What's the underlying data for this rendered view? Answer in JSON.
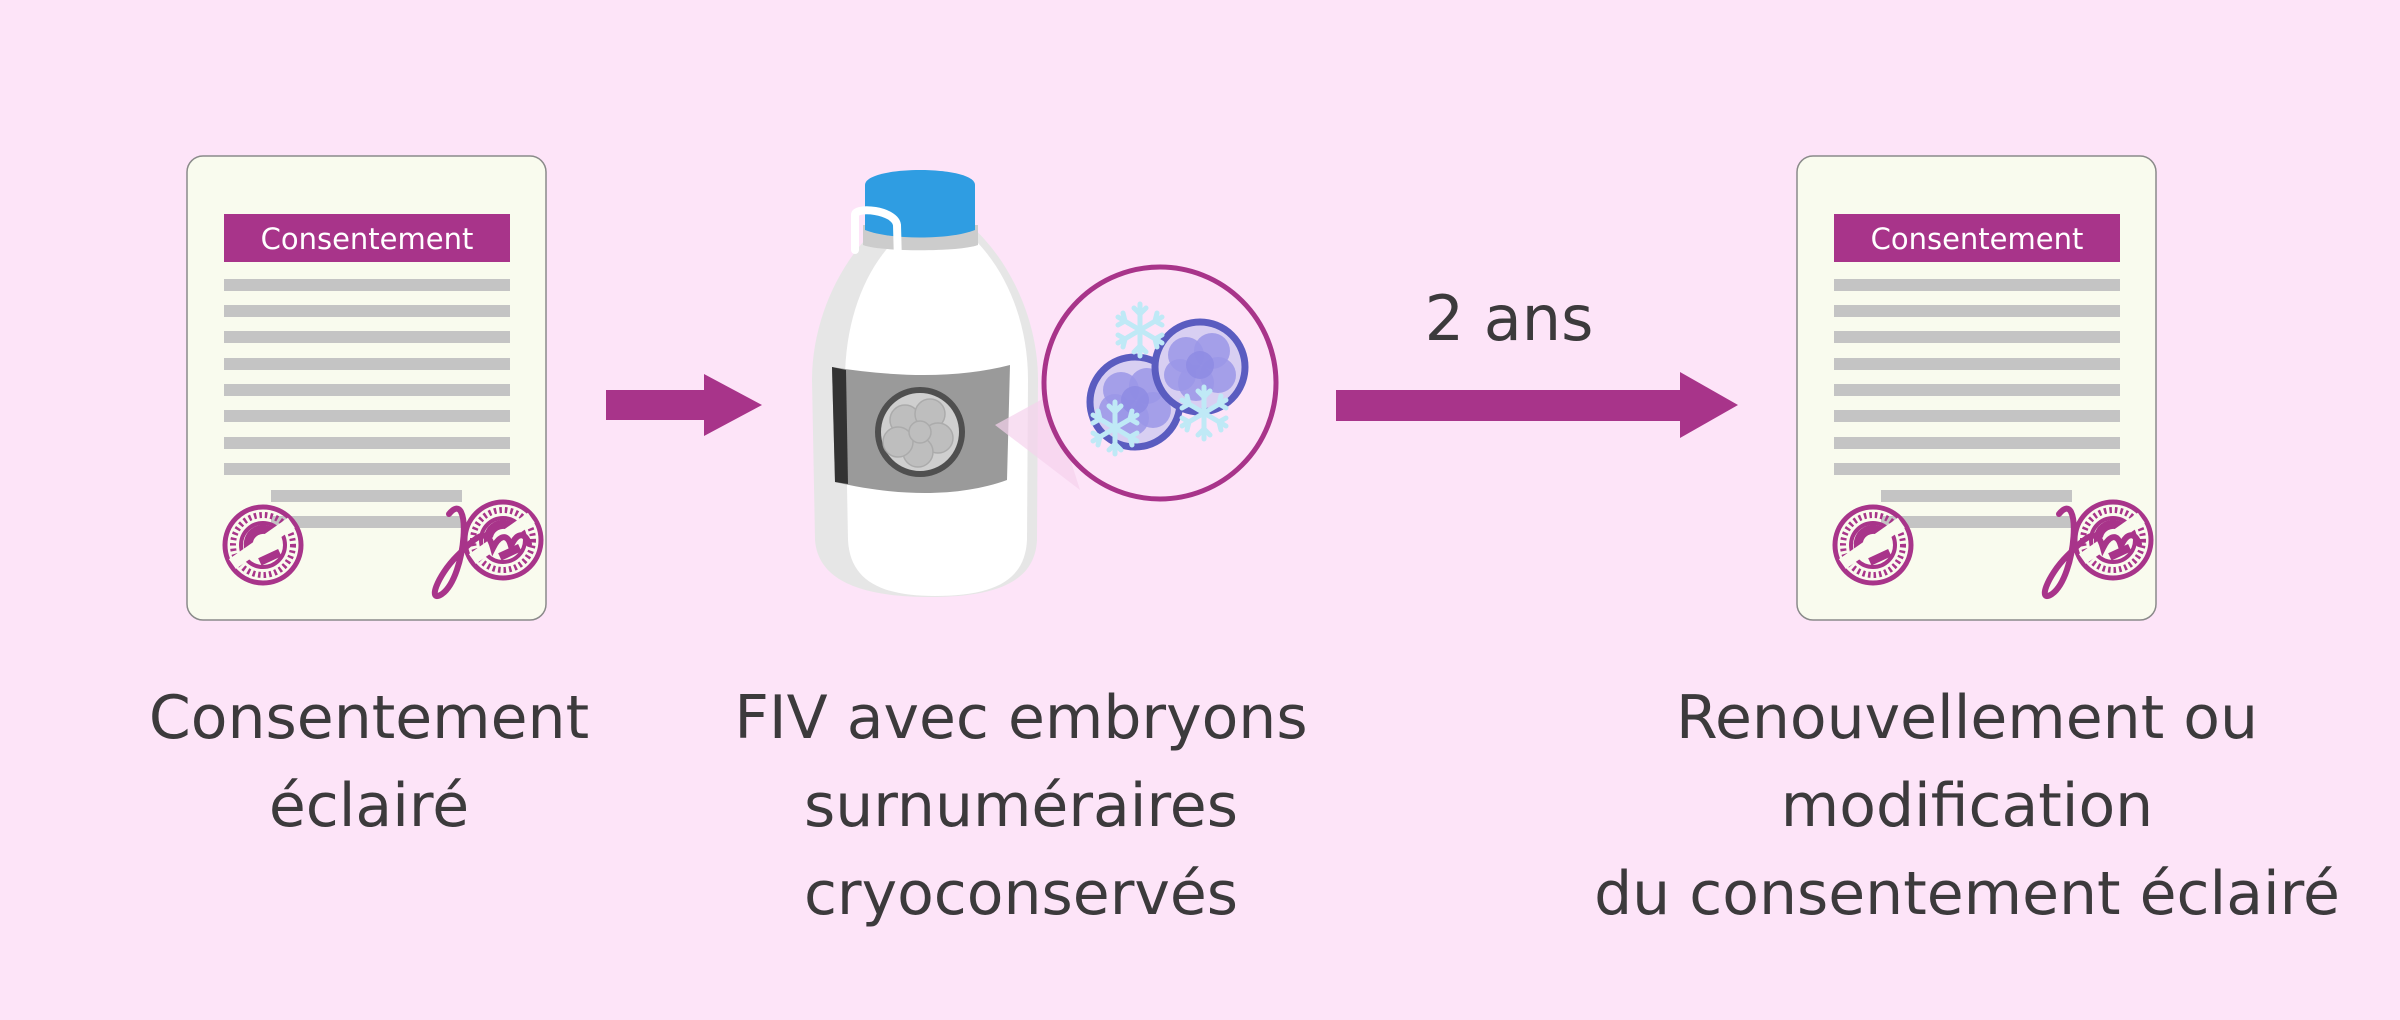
{
  "colors": {
    "background": "#fde4f8",
    "accent": "#a8348a",
    "text": "#3c3a3c",
    "paper": "#f9fbee",
    "cap_blue": "#2f9de2",
    "embryo": "#9b97e8",
    "snowflake": "#bfe9f6"
  },
  "steps": [
    {
      "document_header": "Consentement",
      "caption": [
        "Consentement",
        "éclairé"
      ]
    },
    {
      "caption": [
        "FIV avec embryons",
        "surnuméraires",
        "cryoconservés"
      ]
    },
    {
      "document_header": "Consentement",
      "caption": [
        "Renouvellement ou",
        "modification",
        "du consentement éclairé"
      ]
    }
  ],
  "arrow_label": "2 ans"
}
